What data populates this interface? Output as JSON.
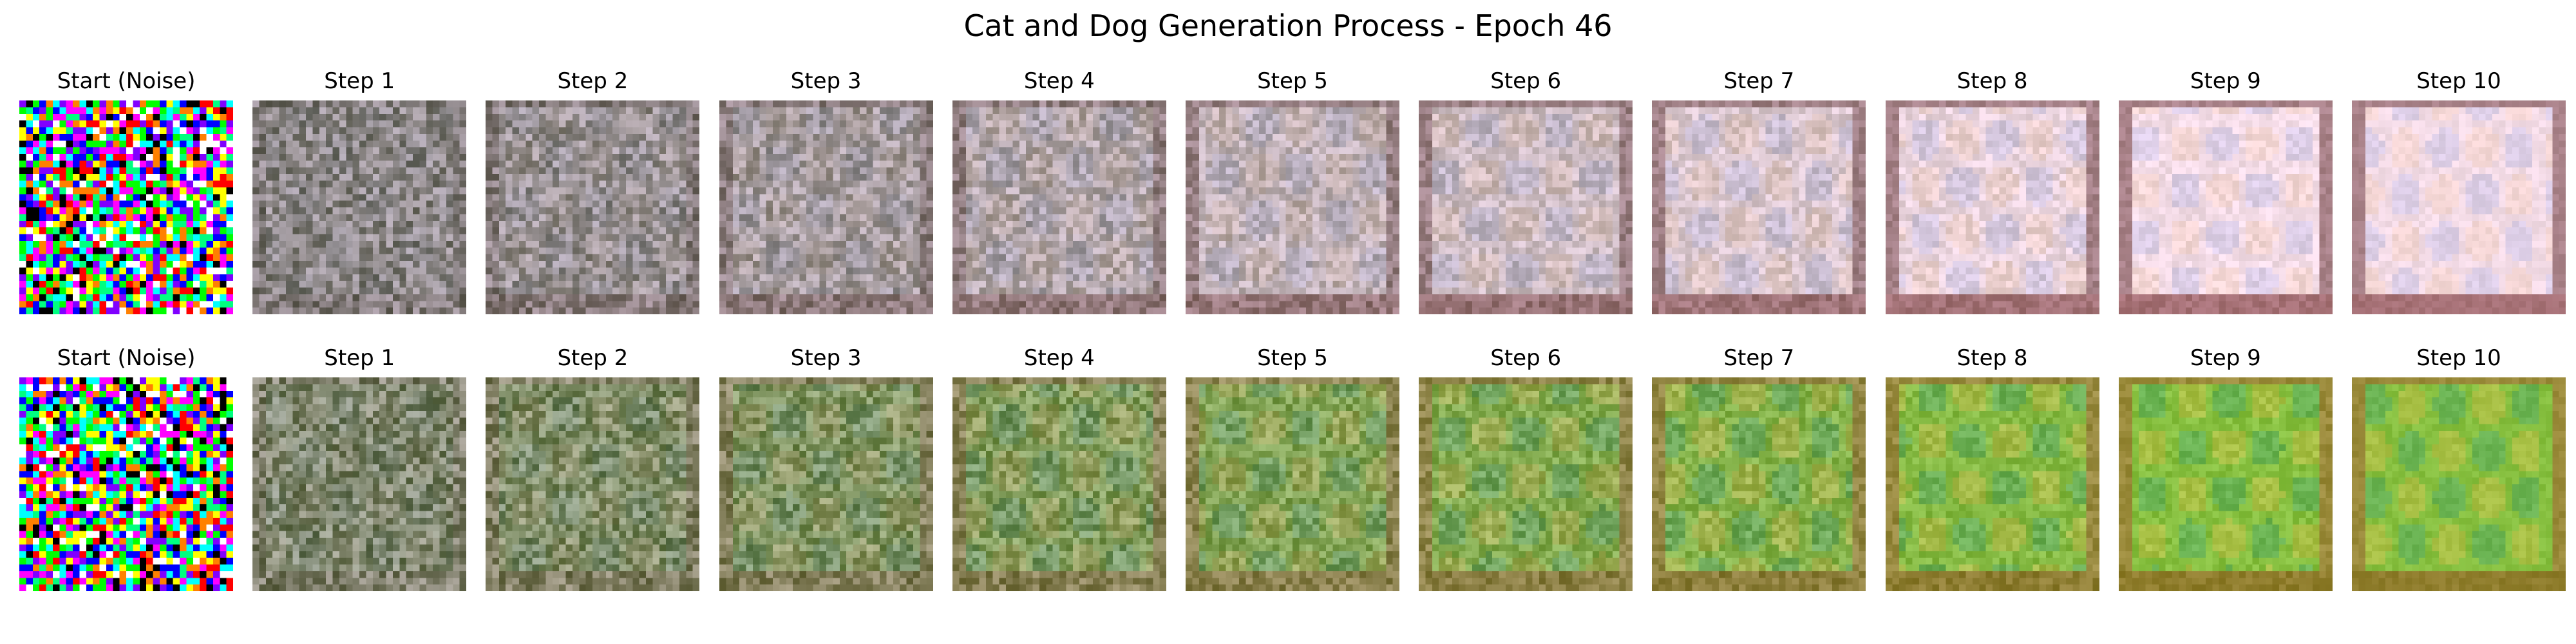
{
  "figure": {
    "title": "Cat and Dog Generation Process - Epoch 46"
  },
  "rows": [
    {
      "palette": {
        "noisy_base": "#7d7b7a",
        "frame": "#a98289",
        "bottom_band": "#a67176",
        "interior": "#f3dbe6",
        "cool_tint": "#c7c2e8",
        "warm_tint": "#f6d2c5"
      },
      "panels": [
        {
          "label": "Start (Noise)",
          "kind": "noise",
          "denoise": 0.0
        },
        {
          "label": "Step 1",
          "kind": "image",
          "denoise": 0.1
        },
        {
          "label": "Step 2",
          "kind": "image",
          "denoise": 0.2
        },
        {
          "label": "Step 3",
          "kind": "image",
          "denoise": 0.3
        },
        {
          "label": "Step 4",
          "kind": "image",
          "denoise": 0.4
        },
        {
          "label": "Step 5",
          "kind": "image",
          "denoise": 0.5
        },
        {
          "label": "Step 6",
          "kind": "image",
          "denoise": 0.6
        },
        {
          "label": "Step 7",
          "kind": "image",
          "denoise": 0.7
        },
        {
          "label": "Step 8",
          "kind": "image",
          "denoise": 0.8
        },
        {
          "label": "Step 9",
          "kind": "image",
          "denoise": 0.9
        },
        {
          "label": "Step 10",
          "kind": "image",
          "denoise": 1.0
        }
      ]
    },
    {
      "palette": {
        "noisy_base": "#7c7e72",
        "frame": "#9a8a3a",
        "bottom_band": "#8f7d2c",
        "interior": "#86bf3f",
        "cool_tint": "#4fa866",
        "warm_tint": "#c9c04a"
      },
      "panels": [
        {
          "label": "Start (Noise)",
          "kind": "noise",
          "denoise": 0.0
        },
        {
          "label": "Step 1",
          "kind": "image",
          "denoise": 0.1
        },
        {
          "label": "Step 2",
          "kind": "image",
          "denoise": 0.2
        },
        {
          "label": "Step 3",
          "kind": "image",
          "denoise": 0.3
        },
        {
          "label": "Step 4",
          "kind": "image",
          "denoise": 0.4
        },
        {
          "label": "Step 5",
          "kind": "image",
          "denoise": 0.5
        },
        {
          "label": "Step 6",
          "kind": "image",
          "denoise": 0.6
        },
        {
          "label": "Step 7",
          "kind": "image",
          "denoise": 0.7
        },
        {
          "label": "Step 8",
          "kind": "image",
          "denoise": 0.8
        },
        {
          "label": "Step 9",
          "kind": "image",
          "denoise": 0.9
        },
        {
          "label": "Step 10",
          "kind": "image",
          "denoise": 1.0
        }
      ]
    }
  ]
}
